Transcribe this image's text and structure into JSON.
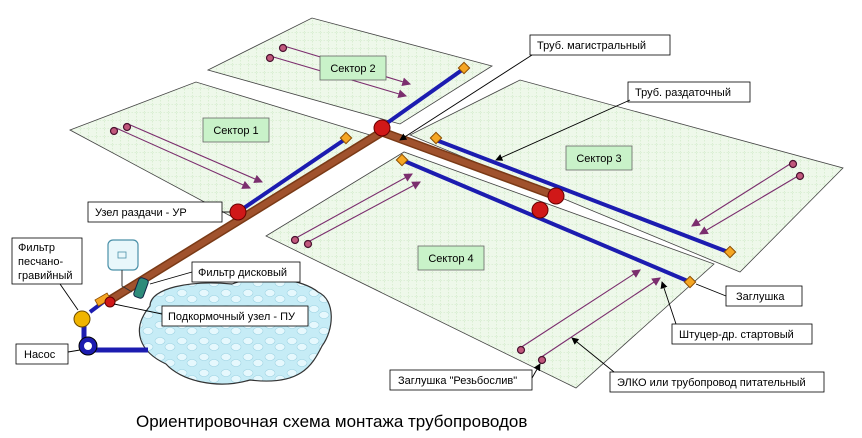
{
  "diagram": {
    "caption": "Ориентировочная схема монтажа трубопроводов",
    "sectors": [
      {
        "id": "s1",
        "label": "Сектор 1"
      },
      {
        "id": "s2",
        "label": "Сектор 2"
      },
      {
        "id": "s3",
        "label": "Сектор 3"
      },
      {
        "id": "s4",
        "label": "Сектор 4"
      }
    ],
    "callouts": {
      "main_pipe": "Труб. магистральный",
      "distrib_pipe": "Труб. раздаточный",
      "dist_node": "Узел раздачи - УР",
      "sand_filter": "Фильтр песчано-гравийный",
      "sand_filter_l1": "Фильтр",
      "sand_filter_l2": "песчано-",
      "sand_filter_l3": "гравийный",
      "disc_filter": "Фильтр дисковый",
      "feed_node": "Подкормочный узел - ПУ",
      "pump": "Насос",
      "end_plug": "Заглушка",
      "start_fitting": "Штуцер-др. стартовый",
      "thread_plug": "Заглушка \"Резьбослив\"",
      "drip_line": "ЭЛКО или трубопровод питательный"
    },
    "colors": {
      "field_fill": "#e8f5e1",
      "field_grid": "#a9d89a",
      "main_pipe": "#a0522d",
      "distrib_pipe": "#1c1cb0",
      "drip_line": "#7b2e6e",
      "valve": "#d01818",
      "plug": "#f5a623",
      "water": "#bfe6f2",
      "label_box": "#c9f2c9"
    }
  }
}
